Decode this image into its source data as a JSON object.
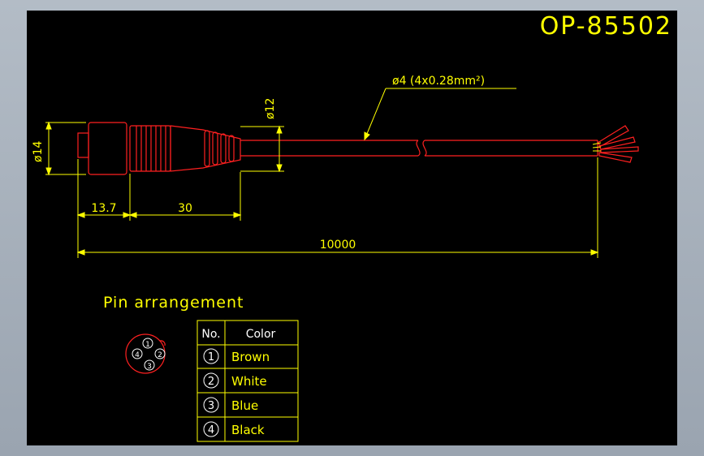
{
  "title": "OP-85502",
  "dimensions": {
    "d14": "ø14",
    "d12": "ø12",
    "len_13_7": "13.7",
    "len_30": "30",
    "len_10000": "10000",
    "cable_spec": "ø4 (4x0.28mm²)"
  },
  "pin_heading": "Pin arrangement",
  "pin_table": {
    "col_no": "No.",
    "col_color": "Color",
    "rows": [
      {
        "no": "1",
        "color": "Brown"
      },
      {
        "no": "2",
        "color": "White"
      },
      {
        "no": "3",
        "color": "Blue"
      },
      {
        "no": "4",
        "color": "Black"
      }
    ]
  },
  "pin_face": [
    "1",
    "2",
    "3",
    "4"
  ],
  "colors": {
    "outline": "#ff2020",
    "dimension": "#ffff00",
    "text": "#ffffff",
    "background": "#000000"
  }
}
